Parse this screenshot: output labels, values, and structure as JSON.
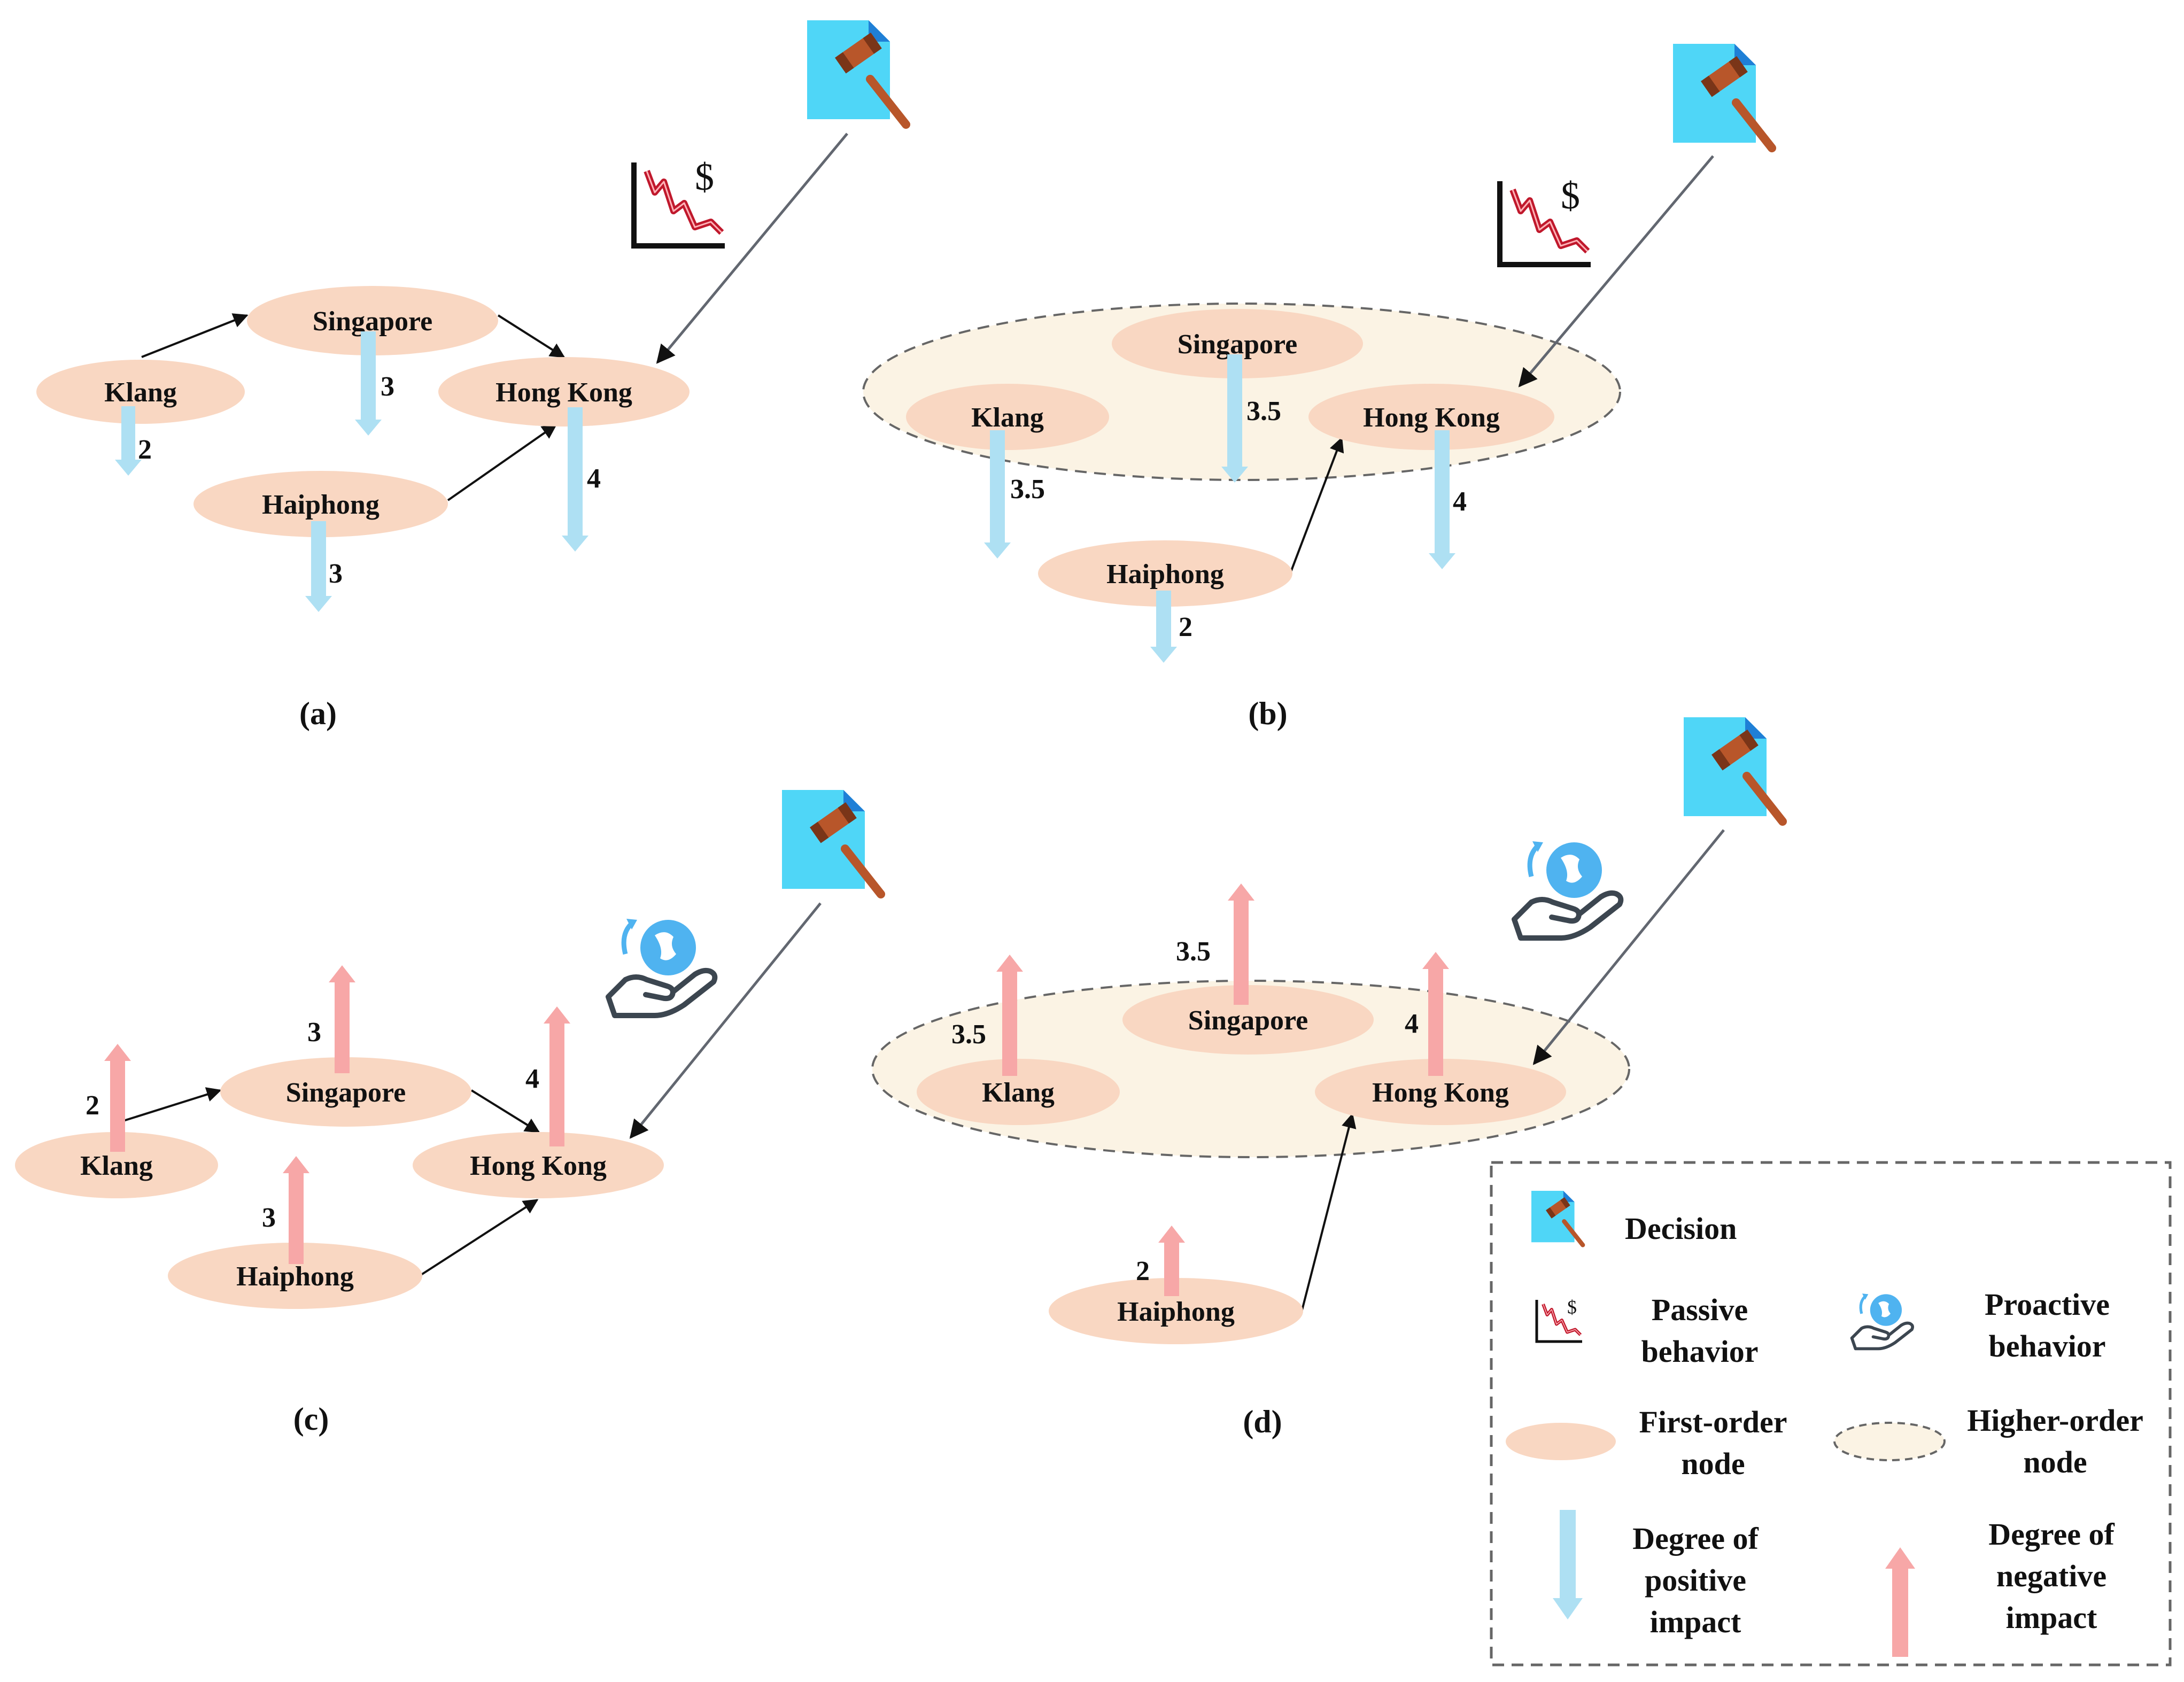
{
  "panels": {
    "a": {
      "label": "(a)",
      "nodes": {
        "singapore": "Singapore",
        "klang": "Klang",
        "hongkong": "Hong Kong",
        "haiphong": "Haiphong"
      },
      "values": {
        "singapore": "3",
        "klang": "2",
        "hongkong": "4",
        "haiphong": "3"
      }
    },
    "b": {
      "label": "(b)",
      "nodes": {
        "singapore": "Singapore",
        "klang": "Klang",
        "hongkong": "Hong Kong",
        "haiphong": "Haiphong"
      },
      "values": {
        "singapore": "3.5",
        "klang": "3.5",
        "hongkong": "4",
        "haiphong": "2"
      }
    },
    "c": {
      "label": "(c)",
      "nodes": {
        "singapore": "Singapore",
        "klang": "Klang",
        "hongkong": "Hong Kong",
        "haiphong": "Haiphong"
      },
      "values": {
        "singapore": "3",
        "klang": "2",
        "hongkong": "4",
        "haiphong": "3"
      }
    },
    "d": {
      "label": "(d)",
      "nodes": {
        "singapore": "Singapore",
        "klang": "Klang",
        "hongkong": "Hong Kong",
        "haiphong": "Haiphong"
      },
      "values": {
        "singapore": "3.5",
        "klang": "3.5",
        "hongkong": "4",
        "haiphong": "2"
      }
    }
  },
  "legend": {
    "decision": "Decision",
    "passive": [
      "Passive",
      "behavior"
    ],
    "proactive": [
      "Proactive",
      "behavior"
    ],
    "first_order": [
      "First-order",
      "node"
    ],
    "higher_order": [
      "Higher-order",
      "node"
    ],
    "positive": [
      "Degree of",
      "positive",
      "impact"
    ],
    "negative": [
      "Degree of",
      "negative",
      "impact"
    ]
  },
  "colors": {
    "node_fill": "#f9d7c2",
    "higher_order_fill": "#fbf3e4",
    "positive_arrow": "#aee0f3",
    "negative_arrow": "#f7a7a7",
    "document": "#4fd6f7",
    "gavel": "#b8562a"
  },
  "icons": [
    "document-gavel-icon",
    "declining-chart-icon",
    "hand-globe-icon"
  ]
}
